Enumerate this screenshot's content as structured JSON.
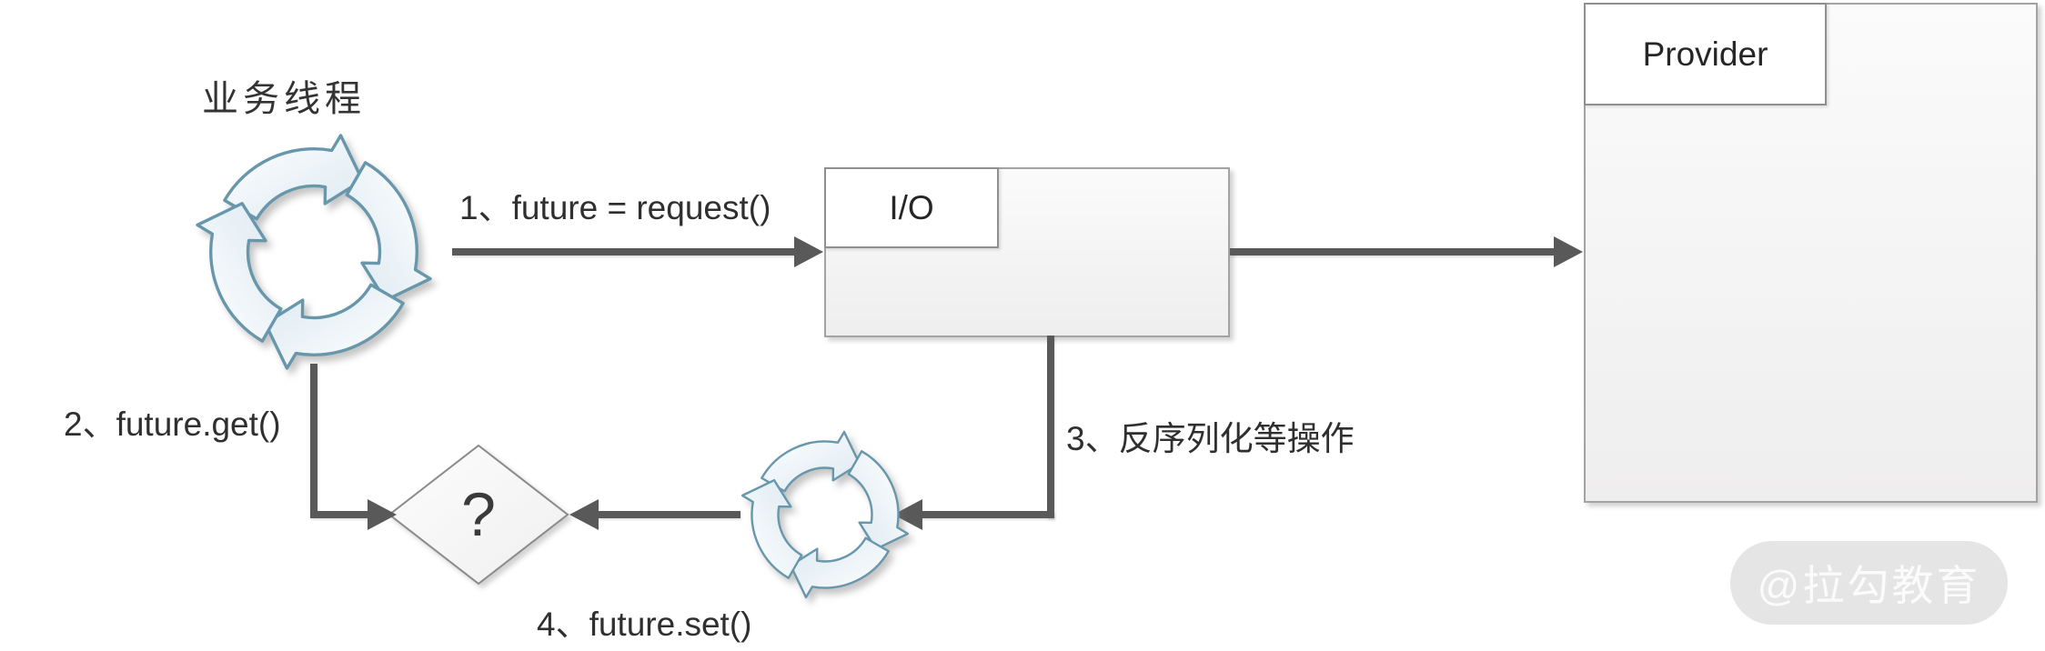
{
  "diagram": {
    "business_thread_label": "业务线程",
    "nodes": {
      "io_label": "I/O",
      "provider_label": "Provider",
      "decision_mark": "?"
    },
    "steps": [
      {
        "label": "1、future = request()"
      },
      {
        "label": "2、future.get()"
      },
      {
        "label": "3、反序列化等操作"
      },
      {
        "label": "4、future.set()"
      }
    ],
    "icons": {
      "business_thread": "cycle-arrows-icon",
      "io_thread": "cycle-arrows-icon"
    },
    "watermark": "@拉勾教育",
    "colors": {
      "arrow_line": "#595959",
      "cycle_stroke": "#6897ab",
      "cycle_fill_light": "#dce9f1",
      "box_border": "#a3a3a3",
      "label_box_border": "#8f8f8f",
      "text": "#2f2f2f",
      "watermark_bg": "#e5e5e5",
      "watermark_text": "#fbfbfb"
    }
  }
}
